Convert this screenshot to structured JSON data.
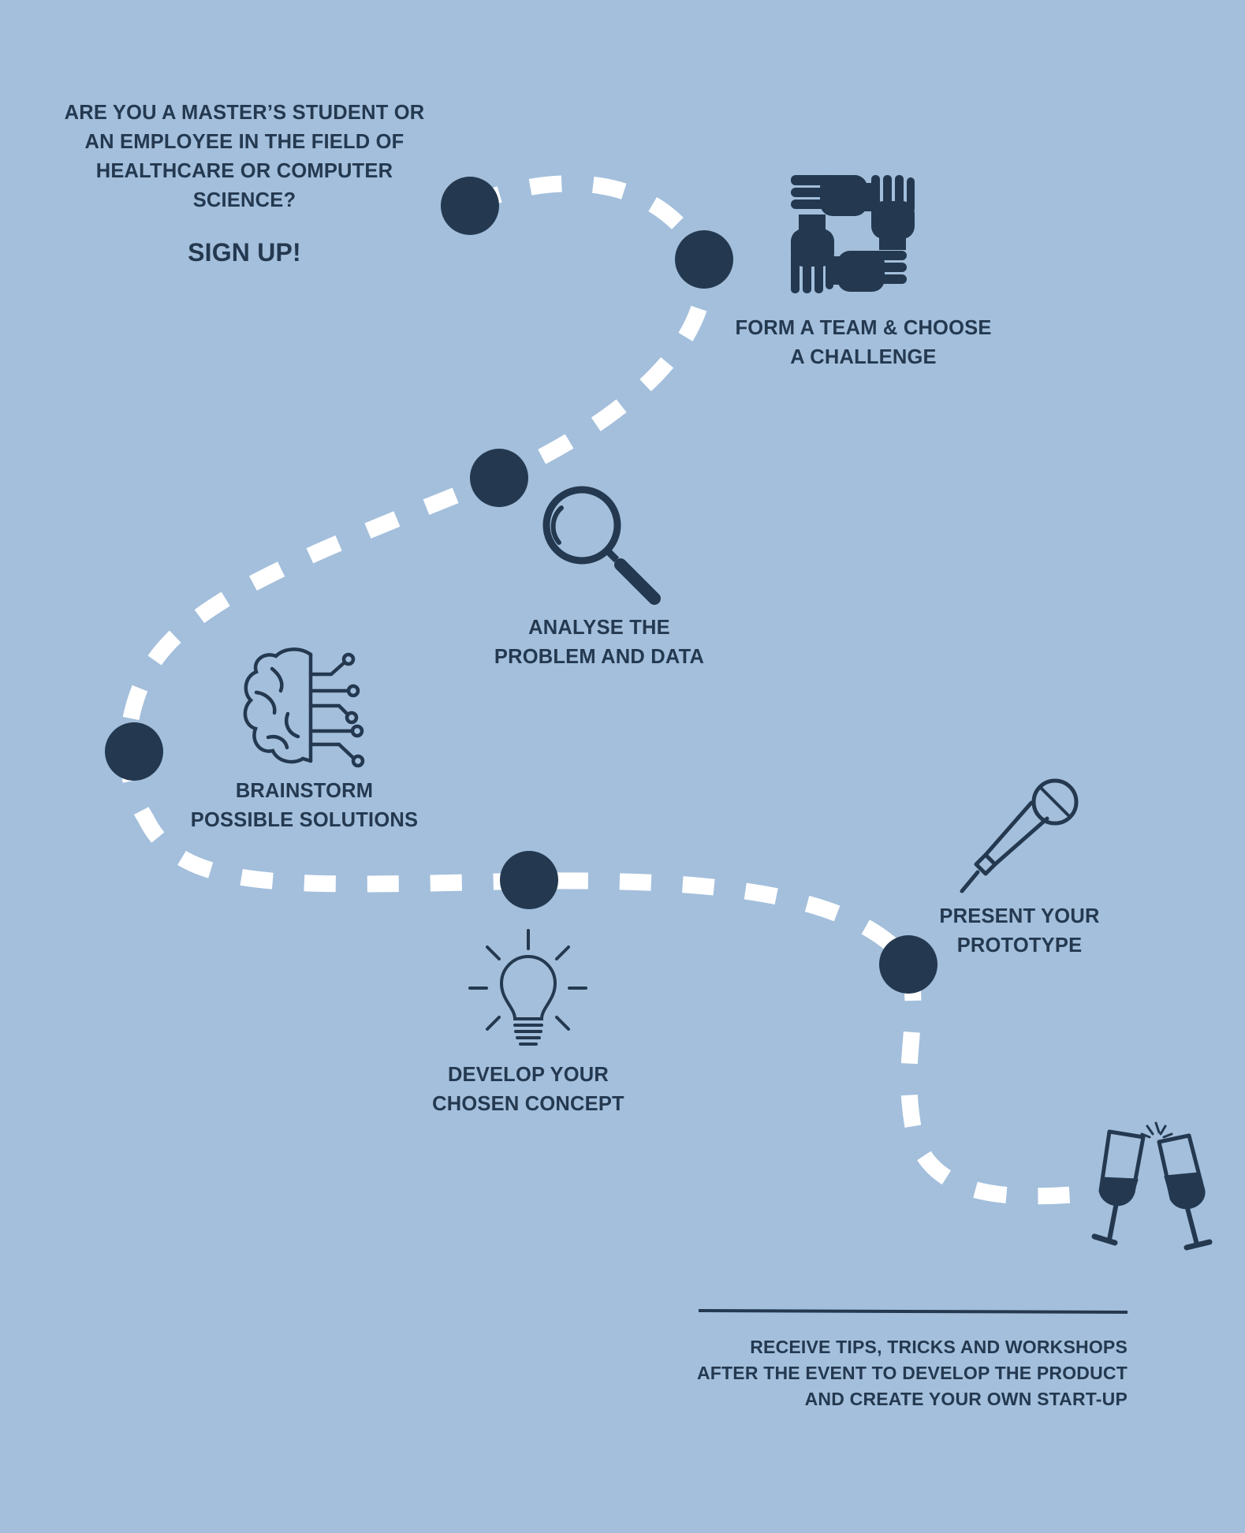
{
  "colors": {
    "background": "#a3bfdc",
    "navy": "#243950",
    "path": "#ffffff"
  },
  "steps": {
    "signup": {
      "question": [
        "ARE YOU A MASTER’S STUDENT OR",
        "AN EMPLOYEE IN THE FIELD OF",
        "HEALTHCARE OR COMPUTER",
        "SCIENCE?"
      ],
      "cta": "SIGN UP!"
    },
    "team": {
      "label": [
        "FORM A TEAM & CHOOSE",
        "A CHALLENGE"
      ],
      "icon": "team-hands-icon"
    },
    "analyse": {
      "label": [
        "ANALYSE THE",
        "PROBLEM AND DATA"
      ],
      "icon": "magnifier-icon"
    },
    "brainstorm": {
      "label": [
        "BRAINSTORM",
        "POSSIBLE SOLUTIONS"
      ],
      "icon": "brain-circuit-icon"
    },
    "develop": {
      "label": [
        "DEVELOP YOUR",
        "CHOSEN CONCEPT"
      ],
      "icon": "lightbulb-icon"
    },
    "present": {
      "label": [
        "PRESENT YOUR",
        "PROTOTYPE"
      ],
      "icon": "microphone-icon"
    },
    "celebrate": {
      "icon": "champagne-glasses-icon"
    },
    "after": {
      "label": [
        "RECEIVE TIPS, TRICKS AND WORKSHOPS",
        "AFTER THE EVENT TO DEVELOP THE PRODUCT",
        "AND CREATE YOUR OWN START-UP"
      ]
    }
  }
}
